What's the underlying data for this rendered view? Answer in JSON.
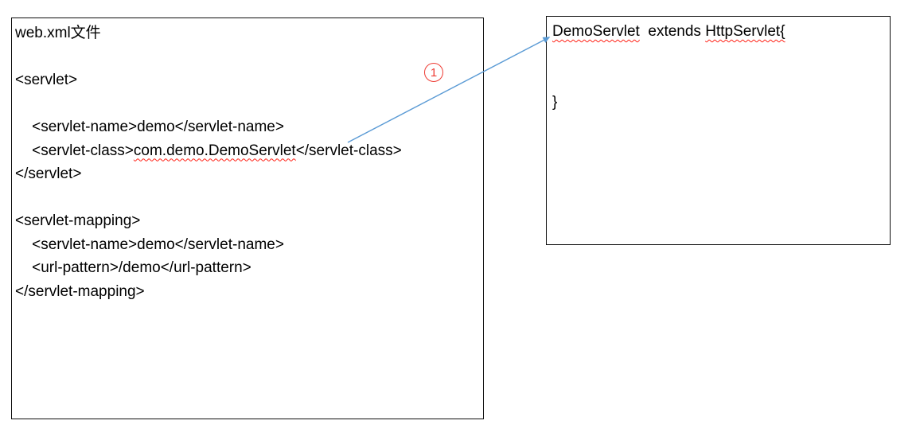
{
  "left_box": {
    "title": "web.xml文件",
    "servlet_open": "<servlet>",
    "servlet_name_line": "    <servlet-name>demo</servlet-name>",
    "servlet_class": {
      "prefix": "    <servlet-class>",
      "class_name": "com.demo.DemoServlet",
      "suffix": "</servlet-class>"
    },
    "servlet_close": "</servlet>",
    "mapping_open": "<servlet-mapping>",
    "mapping_name_line": "    <servlet-name>demo</servlet-name>",
    "url_pattern_line": "    <url-pattern>/demo</url-pattern>",
    "mapping_close": "</servlet-mapping>"
  },
  "right_box": {
    "class_name": "DemoServlet",
    "extends_segment": "  extends ",
    "superclass": "HttpServlet{",
    "closing_brace": "}"
  },
  "annotation": {
    "number": "1"
  },
  "colors": {
    "arrow_blue": "#5b9bd5",
    "annotation_red": "#ee3b33",
    "spellcheck_red": "#ff2116",
    "box_border": "#0d0d0d",
    "text": "#000000"
  }
}
